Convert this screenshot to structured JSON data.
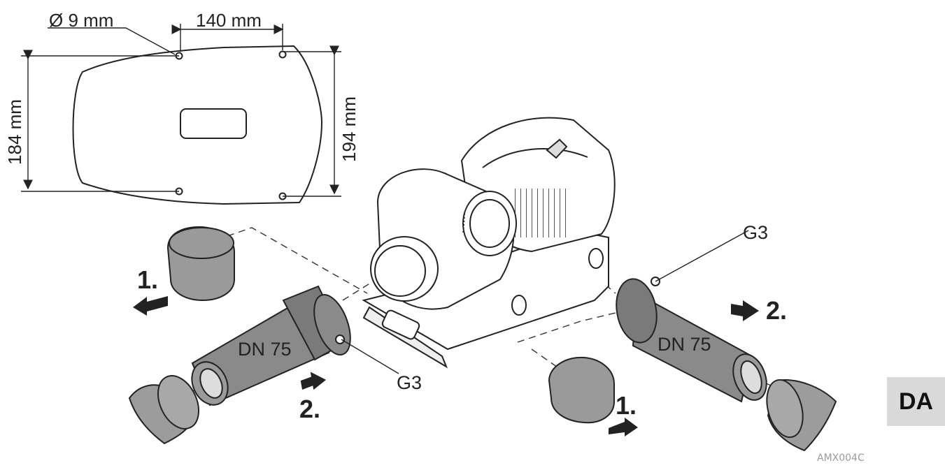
{
  "diagram": {
    "dimensions": {
      "hole_diameter": "Ø 9 mm",
      "hole_spacing": "140 mm",
      "height_left": "184 mm",
      "height_right": "194 mm"
    },
    "labels": {
      "thread_left": "G3",
      "thread_right": "G3",
      "pipe_left": "DN 75",
      "pipe_right": "DN 75",
      "step1_left": "1.",
      "step2_left": "2.",
      "step1_right": "1.",
      "step2_right": "2."
    },
    "figure_code": "AMX004C"
  },
  "language_tab": "DA",
  "colors": {
    "line": "#222222",
    "pipe_fill": "#8a8a8a",
    "cap_fill": "#9a9a9a",
    "hose_fill": "#9c9c9c",
    "tab_bg": "#d9d9d9"
  }
}
